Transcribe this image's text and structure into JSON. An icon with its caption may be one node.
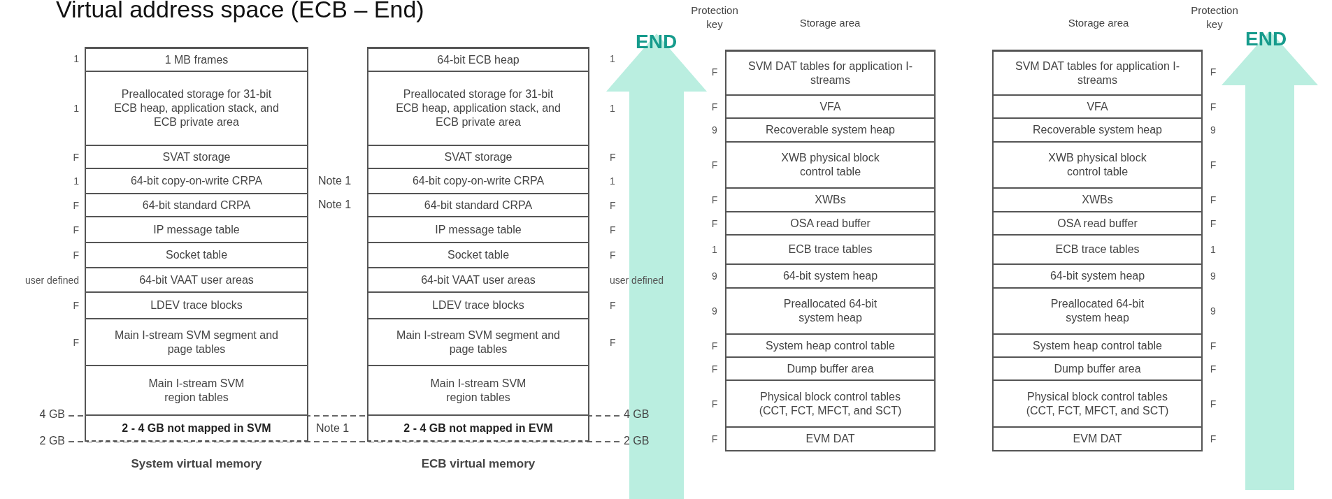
{
  "diagram": {
    "title": "Virtual address space (ECB – End)",
    "nodes": [
      {
        "text": [
          "1 MB frames"
        ],
        "beside": [
          "1"
        ]
      },
      {
        "text": [
          "Preallocated storage for 31-bit ECB heap, application stack, and ECB private area"
        ],
        "beside": [
          "1"
        ]
      },
      {
        "text": [
          "SVAT storage"
        ],
        "beside": [
          "F"
        ]
      },
      {
        "text": [
          "64-bit copy-on-write CRPA"
        ],
        "beside": [
          "1"
        ]
      },
      {
        "text": [
          "64-bit standard CRPA"
        ],
        "beside": [
          "F"
        ]
      },
      {
        "text": [
          "IP message table"
        ],
        "beside": [
          "F"
        ]
      },
      {
        "text": [
          "Socket table"
        ],
        "beside": [
          "F"
        ]
      },
      {
        "text": [
          "64-bit VAAT user areas"
        ],
        "beside": [
          "user defined"
        ]
      },
      {
        "text": [
          "LDEV trace blocks"
        ],
        "beside": [
          "F"
        ]
      },
      {
        "text": [
          "Main I-stream SVM segment and page tables"
        ],
        "beside": [
          "F"
        ]
      },
      {
        "text": [
          "Main I-stream SVM region tables"
        ]
      },
      {
        "text": [
          "2 - 4 GB not mapped in SVM"
        ]
      },
      {
        "text": [
          "64-bit ECB heap"
        ]
      },
      {
        "text": [
          "Preallocated storage for 31-bit ECB heap, application stack, and ECB private area"
        ]
      },
      {
        "text": [
          "SVAT storage"
        ]
      },
      {
        "text": [
          "64-bit copy-on-write CRPA"
        ]
      },
      {
        "text": [
          "64-bit standard CRPA"
        ]
      },
      {
        "text": [
          "IP message table"
        ]
      },
      {
        "text": [
          "Socket table"
        ]
      },
      {
        "text": [
          "64-bit VAAT user areas"
        ]
      },
      {
        "text": [
          "LDEV trace blocks"
        ]
      },
      {
        "text": [
          "Main I-stream SVM segment and page tables"
        ]
      },
      {
        "text": [
          "Main I-stream SVM region tables"
        ]
      },
      {
        "text": [
          "2 - 4 GB not mapped in EVM"
        ]
      },
      {
        "text": [
          "SVM DAT tables for application I-streams"
        ],
        "beside": [
          "F"
        ]
      },
      {
        "text": [
          "VFA"
        ],
        "beside": [
          "F"
        ]
      },
      {
        "text": [
          "Recoverable system heap"
        ],
        "beside": [
          "9"
        ]
      },
      {
        "text": [
          "XWB physical block control table"
        ],
        "beside": [
          "F"
        ]
      },
      {
        "text": [
          "XWBs"
        ],
        "beside": [
          "F"
        ]
      },
      {
        "text": [
          "OSA read buffer"
        ],
        "beside": [
          "F"
        ]
      },
      {
        "text": [
          "ECB trace tables"
        ],
        "beside": [
          "1"
        ]
      },
      {
        "text": [
          "64-bit system heap"
        ],
        "beside": [
          "9"
        ]
      },
      {
        "text": [
          "Preallocated 64-bit system heap"
        ],
        "beside": [
          "9"
        ]
      },
      {
        "text": [
          "System heap control table"
        ],
        "beside": [
          "F"
        ]
      },
      {
        "text": [
          "Dump buffer area"
        ],
        "beside": [
          "F"
        ]
      },
      {
        "text": [
          "Physical block control tables (CCT, FCT, MFCT, and SCT)"
        ],
        "beside": [
          "F"
        ]
      },
      {
        "text": [
          "EVM DAT"
        ],
        "beside": [
          "F"
        ]
      },
      {
        "text": [
          "SVM DAT tables for application I-streams"
        ],
        "beside": [
          "F"
        ]
      },
      {
        "text": [
          "VFA"
        ],
        "beside": [
          "F"
        ]
      },
      {
        "text": [
          "Recoverable system heap"
        ],
        "beside": [
          "9"
        ]
      },
      {
        "text": [
          "XWB physical block control table"
        ],
        "beside": [
          "F"
        ]
      },
      {
        "text": [
          "XWBs"
        ],
        "beside": [
          "F"
        ]
      },
      {
        "text": [
          "OSA read buffer"
        ],
        "beside": [
          "F"
        ]
      },
      {
        "text": [
          "ECB trace tables"
        ],
        "beside": [
          "1"
        ]
      },
      {
        "text": [
          "64-bit system heap"
        ],
        "beside": [
          "9"
        ]
      },
      {
        "text": [
          "Preallocated 64-bit system heap"
        ],
        "beside": [
          "9"
        ]
      },
      {
        "text": [
          "System heap control table"
        ],
        "beside": [
          "F"
        ]
      },
      {
        "text": [
          "Dump buffer area"
        ],
        "beside": [
          "F"
        ]
      },
      {
        "text": [
          "Physical block control tables (CCT, FCT, MFCT, and SCT)"
        ],
        "beside": [
          "F"
        ]
      },
      {
        "text": [
          "EVM DAT"
        ],
        "beside": [
          "F"
        ]
      },
      {
        "text": [
          "END"
        ]
      },
      {
        "text": [
          "END"
        ]
      }
    ],
    "labels": [
      "Protection key",
      "Storage area",
      "Storage area",
      "Protection key",
      "Note 1",
      "Note 1",
      "Note 1",
      "4 GB",
      "2 GB",
      "4 GB",
      "2 GB",
      "System virtual memory",
      "ECB virtual memory",
      "1",
      "1",
      "F",
      "1",
      "F",
      "F",
      "F",
      "user defined",
      "F",
      "F"
    ]
  }
}
